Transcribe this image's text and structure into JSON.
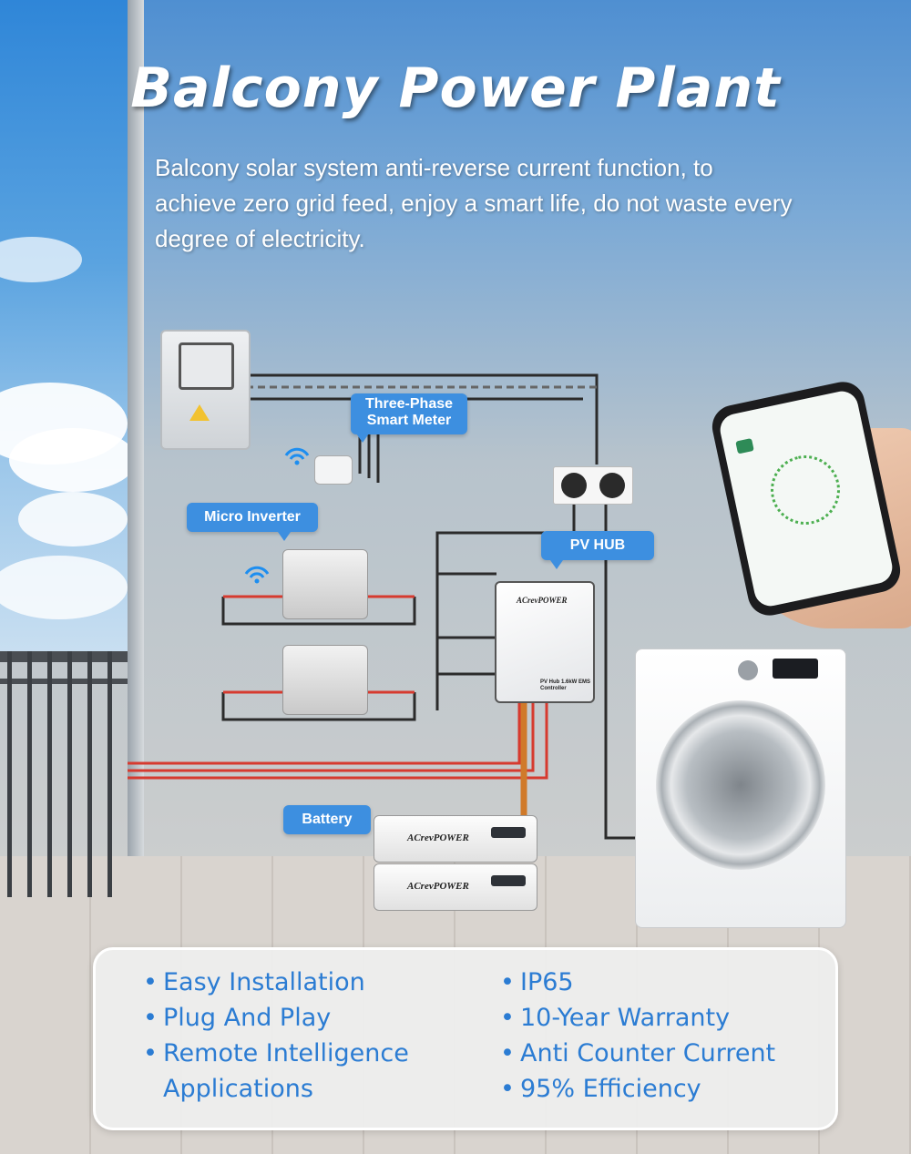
{
  "title": "Balcony Power Plant",
  "subtitle": "Balcony solar system anti-reverse current function, to achieve zero grid feed, enjoy a smart life, do not waste every degree of electricity.",
  "labels": {
    "meter": "Three-Phase Smart Meter",
    "inverter": "Micro Inverter",
    "hub": "PV HUB",
    "battery": "Battery"
  },
  "brand": "ACrevPOWER",
  "hub_model": "PV Hub 1.6kW EMS Controller",
  "features": {
    "left": [
      "Easy Installation",
      "Plug And Play",
      "Remote Intelligence",
      "Applications"
    ],
    "right": [
      "IP65",
      "10-Year Warranty",
      "Anti Counter Current",
      "95% Efficiency"
    ]
  },
  "colors": {
    "accent": "#3d8fe0",
    "feature_text": "#2b7cd3"
  },
  "icons": [
    "wifi-icon",
    "wifi-icon",
    "app-logo-icon"
  ]
}
